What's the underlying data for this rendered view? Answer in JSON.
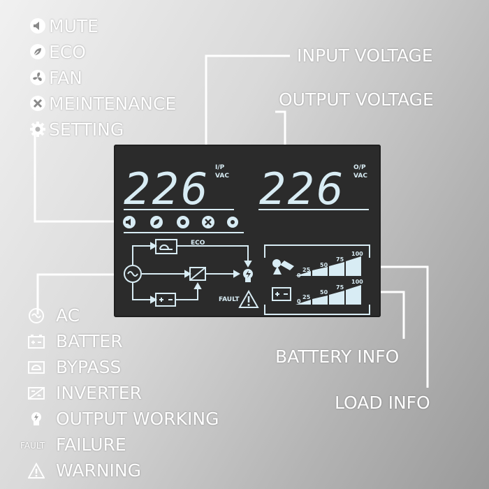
{
  "top_labels": {
    "mute": "MUTE",
    "eco": "ECO",
    "fan": "FAN",
    "maintenance": "MEINTENANCE",
    "setting": "SETTING"
  },
  "callouts": {
    "input_voltage": "INPUT VOLTAGE",
    "output_voltage": "OUTPUT VOLTAGE",
    "battery_info": "BATTERY INFO",
    "load_info": "LOAD INFO"
  },
  "legend": {
    "ac": "AC",
    "batter": "BATTER",
    "bypass": "BYPASS",
    "inverter": "INVERTER",
    "output_working": "OUTPUT WORKING",
    "failure": "FAILURE",
    "warning": "WARNING",
    "fault_tag": "FAULT"
  },
  "lcd": {
    "input_value": "226",
    "input_unit_top": "I/P",
    "input_unit_bottom": "VAC",
    "output_value": "226",
    "output_unit_top": "O/P",
    "output_unit_bottom": "VAC",
    "eco_label": "ECO",
    "fault_label": "FAULT",
    "scale_0": "0",
    "scale_25": "25",
    "scale_50": "50",
    "scale_75": "75",
    "scale_100": "100"
  },
  "colors": {
    "lcd_segment": "#d8ecf4",
    "panel": "#2b2b2b",
    "label_text": "#ffffff"
  }
}
